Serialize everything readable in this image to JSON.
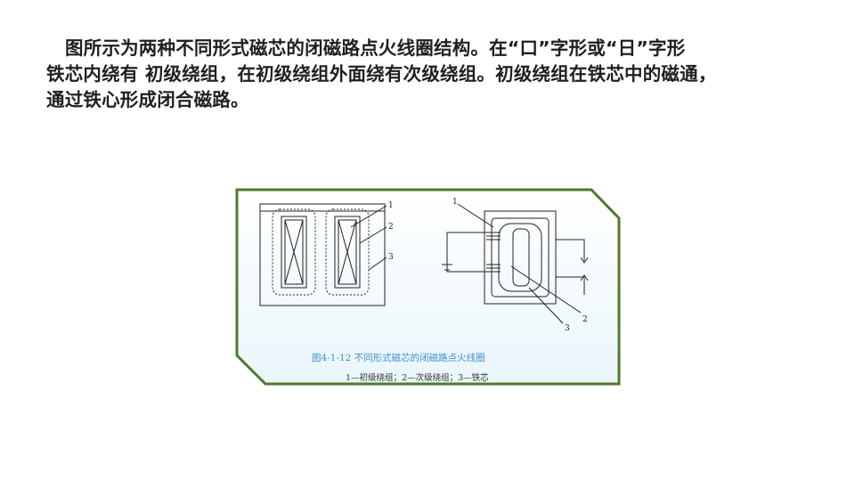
{
  "paragraph": {
    "lines": [
      "图所示为两种不同形式磁芯的闭磁路点火线圈结构。在“口”字形或“日”字形",
      "铁芯内绕有 初级绕组，在初级绕组外面绕有次级绕组。初级绕组在铁芯中的磁通，",
      "通过铁心形成闭合磁路。"
    ]
  },
  "figure": {
    "caption": "图4-1-12    不同形式磁芯的闭磁路点火线圈",
    "legend": "1—初级绕组；2—次级绕组；3—铁芯",
    "callouts": {
      "left_1": "1",
      "left_2": "2",
      "left_3": "3",
      "right_1": "1",
      "right_2": "2",
      "right_3": "3"
    },
    "colors": {
      "border": "#4e7a2e",
      "panel": "#ffffff",
      "caption": "#3d8fd0"
    }
  }
}
